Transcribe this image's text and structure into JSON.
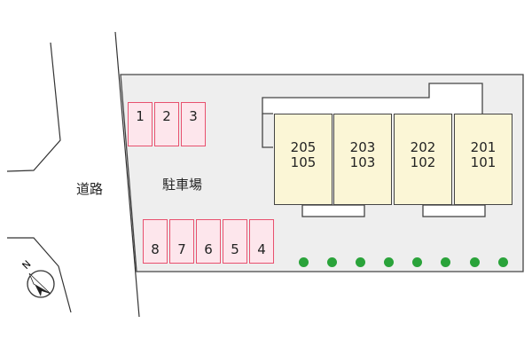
{
  "map": {
    "road_label": "道路",
    "parking_label": "駐車場"
  },
  "parking": {
    "top_row": [
      "1",
      "2",
      "3"
    ],
    "bottom_row": [
      "8",
      "7",
      "6",
      "5",
      "4"
    ]
  },
  "units": [
    {
      "upper": "205",
      "lower": "105"
    },
    {
      "upper": "203",
      "lower": "103"
    },
    {
      "upper": "202",
      "lower": "102"
    },
    {
      "upper": "201",
      "lower": "101"
    }
  ],
  "trees": 8,
  "compass": {
    "label": "N"
  },
  "colors": {
    "lot_fill": "#eeeeee",
    "space_border": "#e8506e",
    "space_fill": "#fde6ec",
    "unit_fill": "#fbf6d6",
    "tree": "#2aa33a"
  }
}
